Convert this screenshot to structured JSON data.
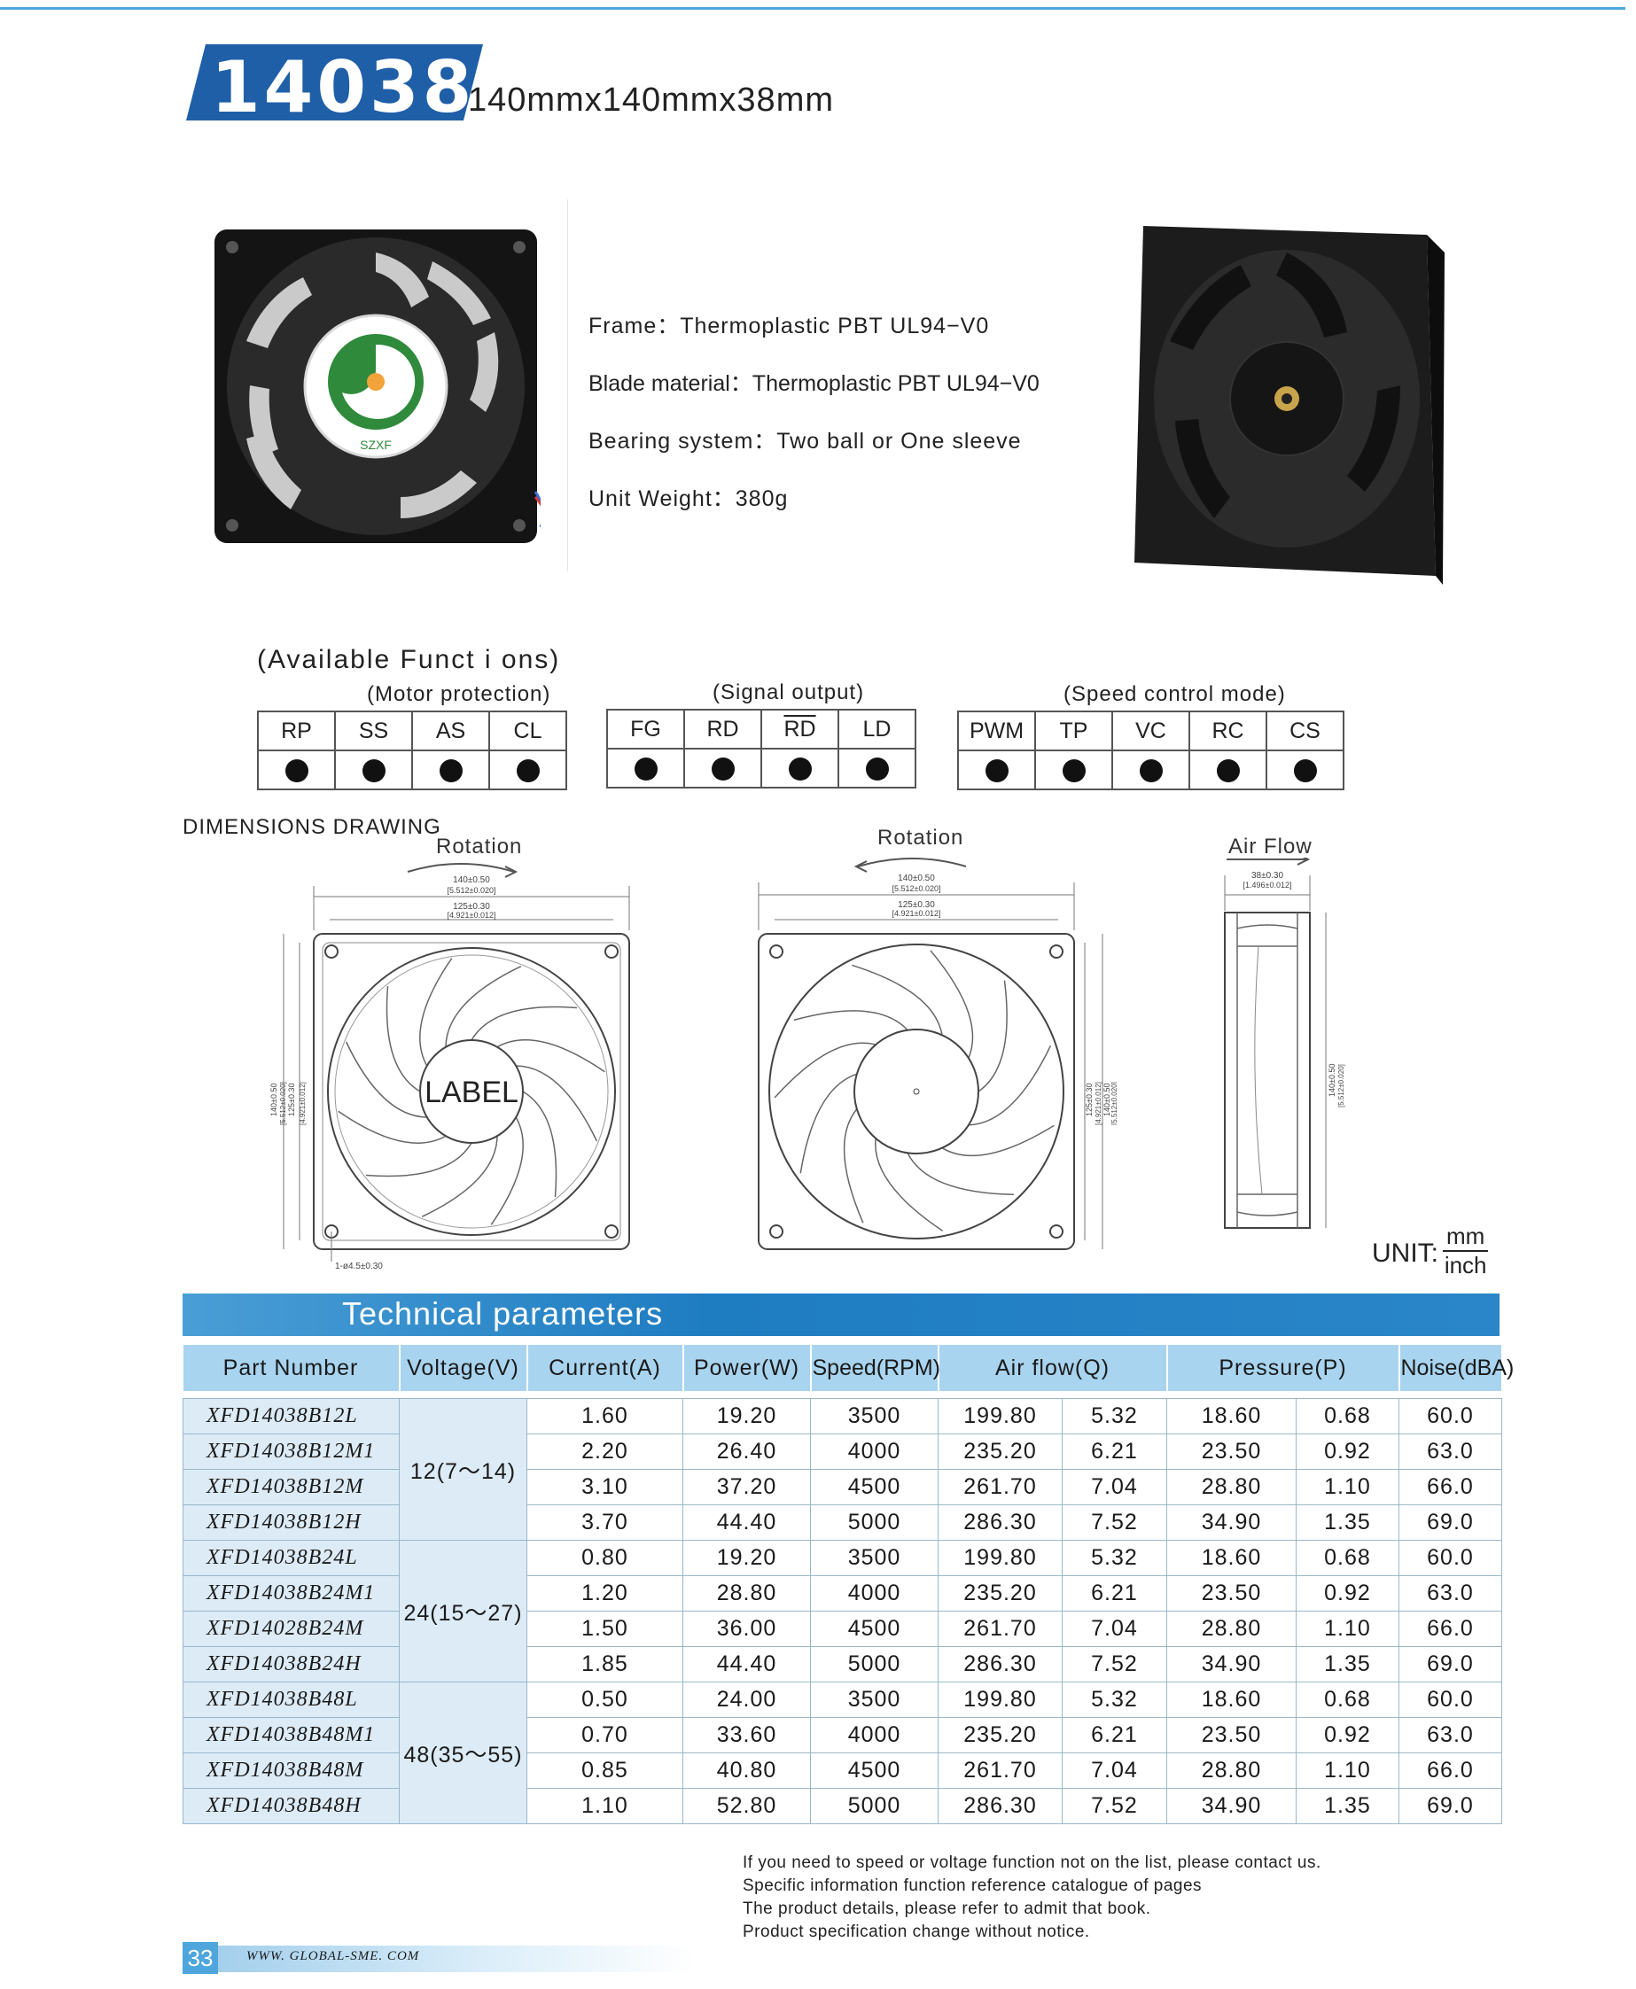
{
  "header": {
    "model": "14038",
    "dimensions": "140mmx140mmx38mm"
  },
  "specs": [
    "Frame：Thermoplastic PBT UL94−V0",
    "Blade material：Thermoplastic PBT UL94−V0",
    "Bearing system：Two ball or One sleeve",
    "Unit  Weight：380g"
  ],
  "photo_logo": {
    "text": "SZXF"
  },
  "functions": {
    "title": "(Available Funct i ons)",
    "groups": [
      {
        "name": "(Motor protection)",
        "items": [
          "RP",
          "SS",
          "AS",
          "CL"
        ]
      },
      {
        "name": "(Signal output)",
        "items": [
          "FG",
          "RD",
          "RD",
          "LD"
        ]
      },
      {
        "name": "(Speed control mode)",
        "items": [
          "PWM",
          "TP",
          "VC",
          "RC",
          "CS"
        ]
      }
    ]
  },
  "dimensions": {
    "title": "DIMENSIONS DRAWING",
    "rotation_label": "Rotation",
    "airflow_label": "Air Flow",
    "label_text": "LABEL",
    "dim_outer": "140±0.50",
    "dim_outer_in": "[5.512±0.020]",
    "dim_inner": "125±0.30",
    "dim_inner_in": "[4.921±0.012]",
    "dim_depth": "38±0.30",
    "dim_depth_in": "[1.496±0.012]",
    "hole": "1-ø4.5±0.30",
    "unit_label": "UNIT:",
    "unit_top": "mm",
    "unit_bottom": "inch"
  },
  "technical": {
    "title": "Technical parameters",
    "headers": [
      "Part Number",
      "Voltage(V)",
      "Current(A)",
      "Power(W)",
      "Speed(RPM)",
      "Air flow(Q)",
      "Pressure(P)",
      "Noise(dBA)"
    ],
    "voltage_groups": [
      "12(7～14)",
      "24(15～27)",
      "48(35～55)"
    ],
    "rows": [
      [
        "XFD14038B12L",
        "1.60",
        "19.20",
        "3500",
        "199.80",
        "5.32",
        "18.60",
        "0.68",
        "60.0"
      ],
      [
        "XFD14038B12M1",
        "2.20",
        "26.40",
        "4000",
        "235.20",
        "6.21",
        "23.50",
        "0.92",
        "63.0"
      ],
      [
        "XFD14038B12M",
        "3.10",
        "37.20",
        "4500",
        "261.70",
        "7.04",
        "28.80",
        "1.10",
        "66.0"
      ],
      [
        "XFD14038B12H",
        "3.70",
        "44.40",
        "5000",
        "286.30",
        "7.52",
        "34.90",
        "1.35",
        "69.0"
      ],
      [
        "XFD14038B24L",
        "0.80",
        "19.20",
        "3500",
        "199.80",
        "5.32",
        "18.60",
        "0.68",
        "60.0"
      ],
      [
        "XFD14038B24M1",
        "1.20",
        "28.80",
        "4000",
        "235.20",
        "6.21",
        "23.50",
        "0.92",
        "63.0"
      ],
      [
        "XFD14028B24M",
        "1.50",
        "36.00",
        "4500",
        "261.70",
        "7.04",
        "28.80",
        "1.10",
        "66.0"
      ],
      [
        "XFD14038B24H",
        "1.85",
        "44.40",
        "5000",
        "286.30",
        "7.52",
        "34.90",
        "1.35",
        "69.0"
      ],
      [
        "XFD14038B48L",
        "0.50",
        "24.00",
        "3500",
        "199.80",
        "5.32",
        "18.60",
        "0.68",
        "60.0"
      ],
      [
        "XFD14038B48M1",
        "0.70",
        "33.60",
        "4000",
        "235.20",
        "6.21",
        "23.50",
        "0.92",
        "63.0"
      ],
      [
        "XFD14038B48M",
        "0.85",
        "40.80",
        "4500",
        "261.70",
        "7.04",
        "28.80",
        "1.10",
        "66.0"
      ],
      [
        "XFD14038B48H",
        "1.10",
        "52.80",
        "5000",
        "286.30",
        "7.52",
        "34.90",
        "1.35",
        "69.0"
      ]
    ]
  },
  "notes": [
    "If you need to speed or voltage function not on the list, please contact us.",
    "Specific information function reference catalogue of pages",
    "The product details, please refer to admit that book.",
    "Product specification change without notice."
  ],
  "footer": {
    "page": "33",
    "site": "WWW. GLOBAL-SME. COM"
  },
  "colors": {
    "accent": "#1e7cc1",
    "header_cell": "#a8d4ef",
    "body_cell": "#dcebf6"
  }
}
